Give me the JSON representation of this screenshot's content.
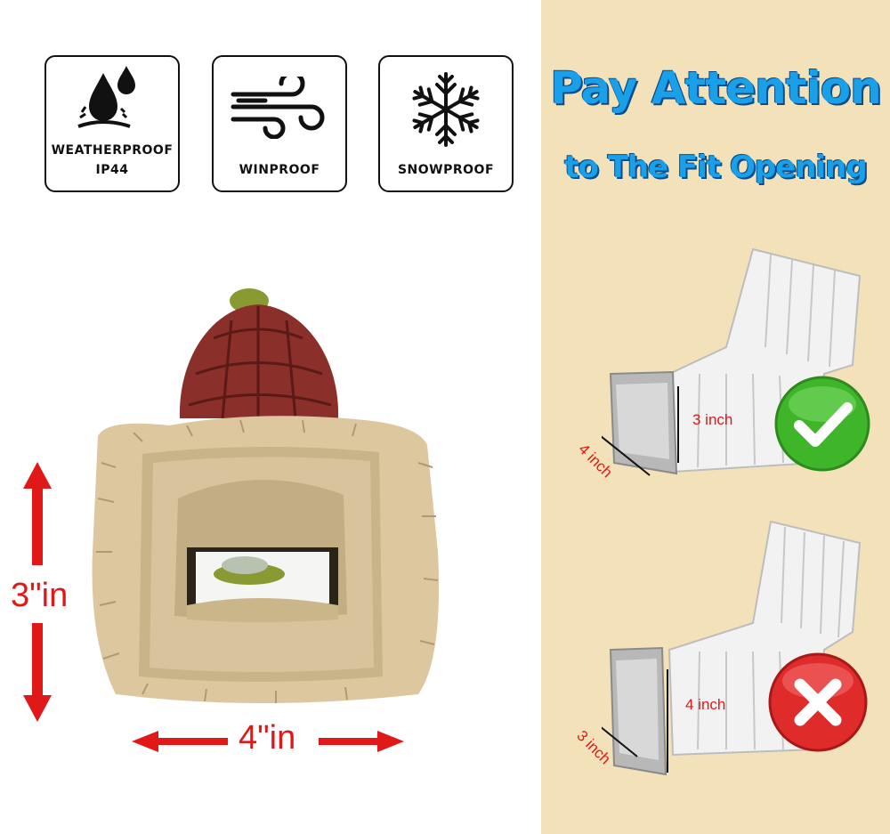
{
  "badges": [
    {
      "line1": "WEATHERPROOF",
      "line2": "IP44",
      "icon": "water-drops-icon"
    },
    {
      "line1": "WINPROOF",
      "line2": "",
      "icon": "wind-icon"
    },
    {
      "line1": "SNOWPROOF",
      "line2": "",
      "icon": "snowflake-icon"
    }
  ],
  "product": {
    "height_label": "3\"in",
    "width_label": "4\"in"
  },
  "panel": {
    "title": "Pay Attention",
    "subtitle": "to The Fit Opening",
    "correct": {
      "height": "3 inch",
      "width": "4 inch",
      "icon": "check-circle-icon"
    },
    "wrong": {
      "height": "4 inch",
      "width": "3 inch",
      "icon": "x-circle-icon"
    }
  },
  "colors": {
    "panel_bg": "#f3e2b9",
    "headline": "#1aa0e8",
    "dimension": "#e01818",
    "correct": "#3fb52a",
    "wrong": "#e02b2b"
  }
}
